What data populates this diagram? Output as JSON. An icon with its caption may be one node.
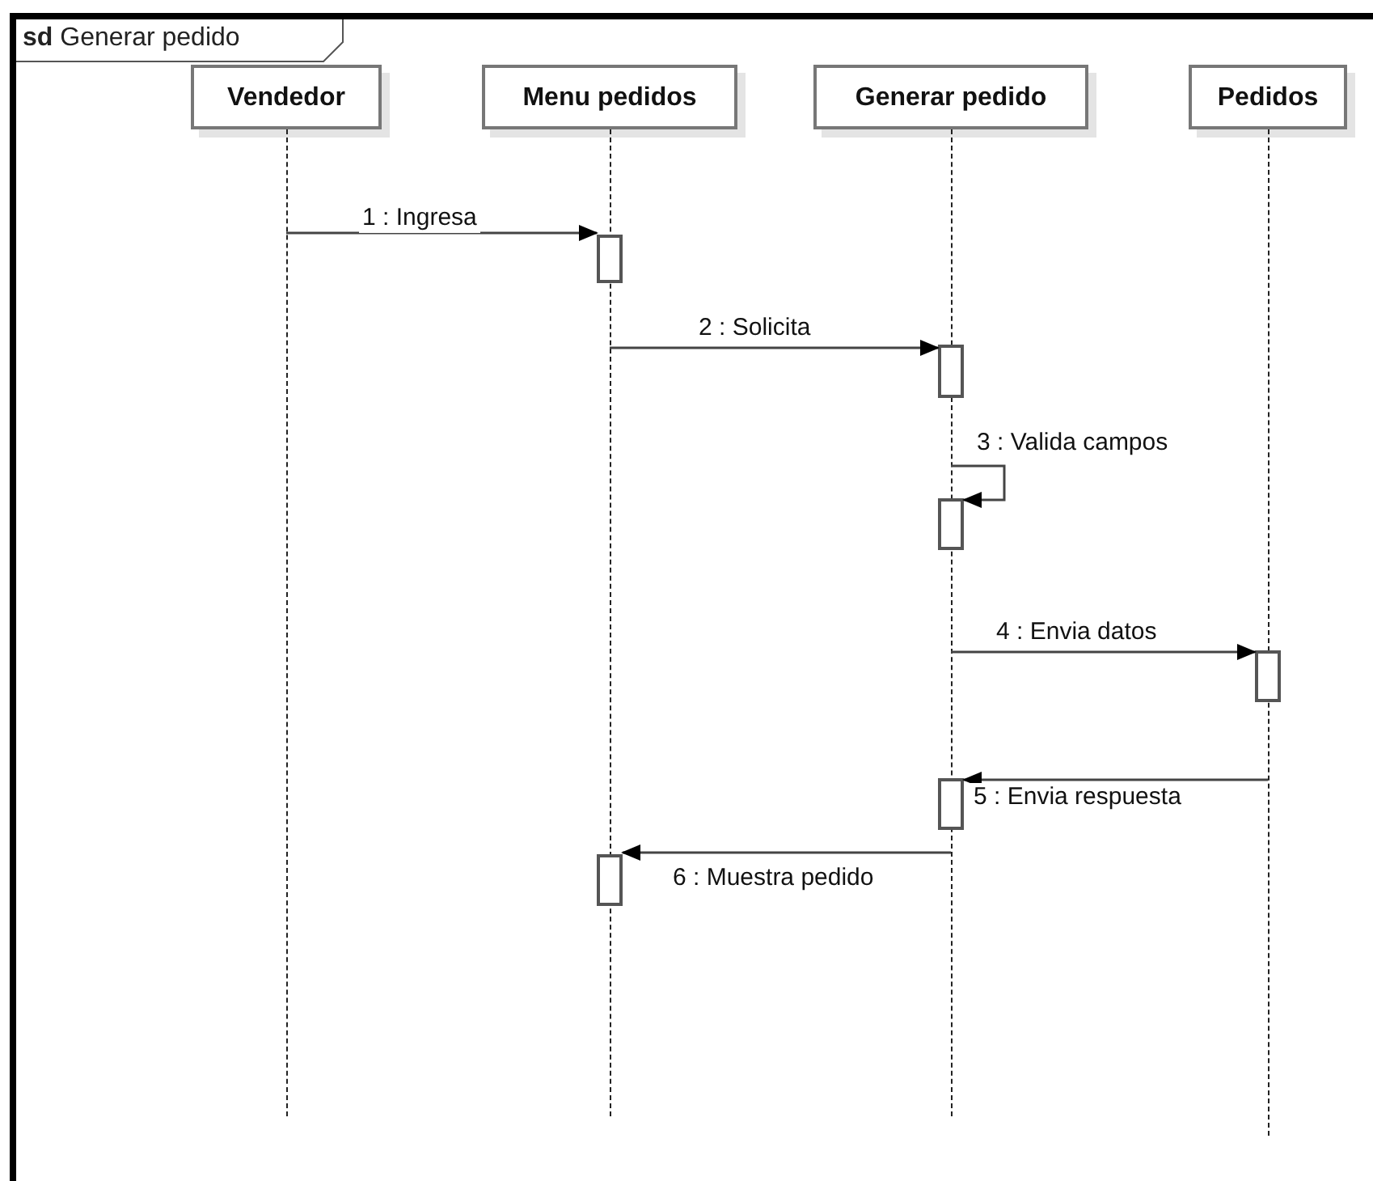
{
  "diagram": {
    "title": "**sd** Generar pedido",
    "nodes": [
      {
        "text": [
          "Vendedor"
        ]
      },
      {
        "text": [
          "Menu pedidos"
        ]
      },
      {
        "text": [
          "Generar pedido"
        ]
      },
      {
        "text": [
          "Pedidos"
        ]
      },
      {
        "text": [],
        "shape": "line"
      },
      {
        "text": [],
        "shape": "line"
      },
      {
        "text": [],
        "shape": "line"
      },
      {
        "text": [],
        "shape": "line"
      },
      {
        "text": [],
        "shape": "bar"
      },
      {
        "text": [],
        "shape": "bar"
      },
      {
        "text": [],
        "shape": "bar"
      },
      {
        "text": [],
        "shape": "bar"
      },
      {
        "text": [],
        "shape": "bar"
      },
      {
        "text": [],
        "shape": "bar"
      }
    ],
    "edges": [
      {
        "from": 4,
        "to": 8,
        "arrow": "to",
        "label": "1 : Ingresa"
      },
      {
        "from": 5,
        "to": 9,
        "arrow": "to",
        "label": "2 : Solicita"
      },
      {
        "from": 6,
        "to": 10,
        "arrow": "to",
        "label": "3 : Valida campos"
      },
      {
        "from": 6,
        "to": 11,
        "arrow": "to",
        "label": "4 : Envia datos"
      },
      {
        "from": 7,
        "to": 12,
        "arrow": "to",
        "label": "5 : Envia respuesta"
      },
      {
        "from": 6,
        "to": 13,
        "arrow": "to",
        "label": "6 : Muestra pedido"
      }
    ]
  }
}
